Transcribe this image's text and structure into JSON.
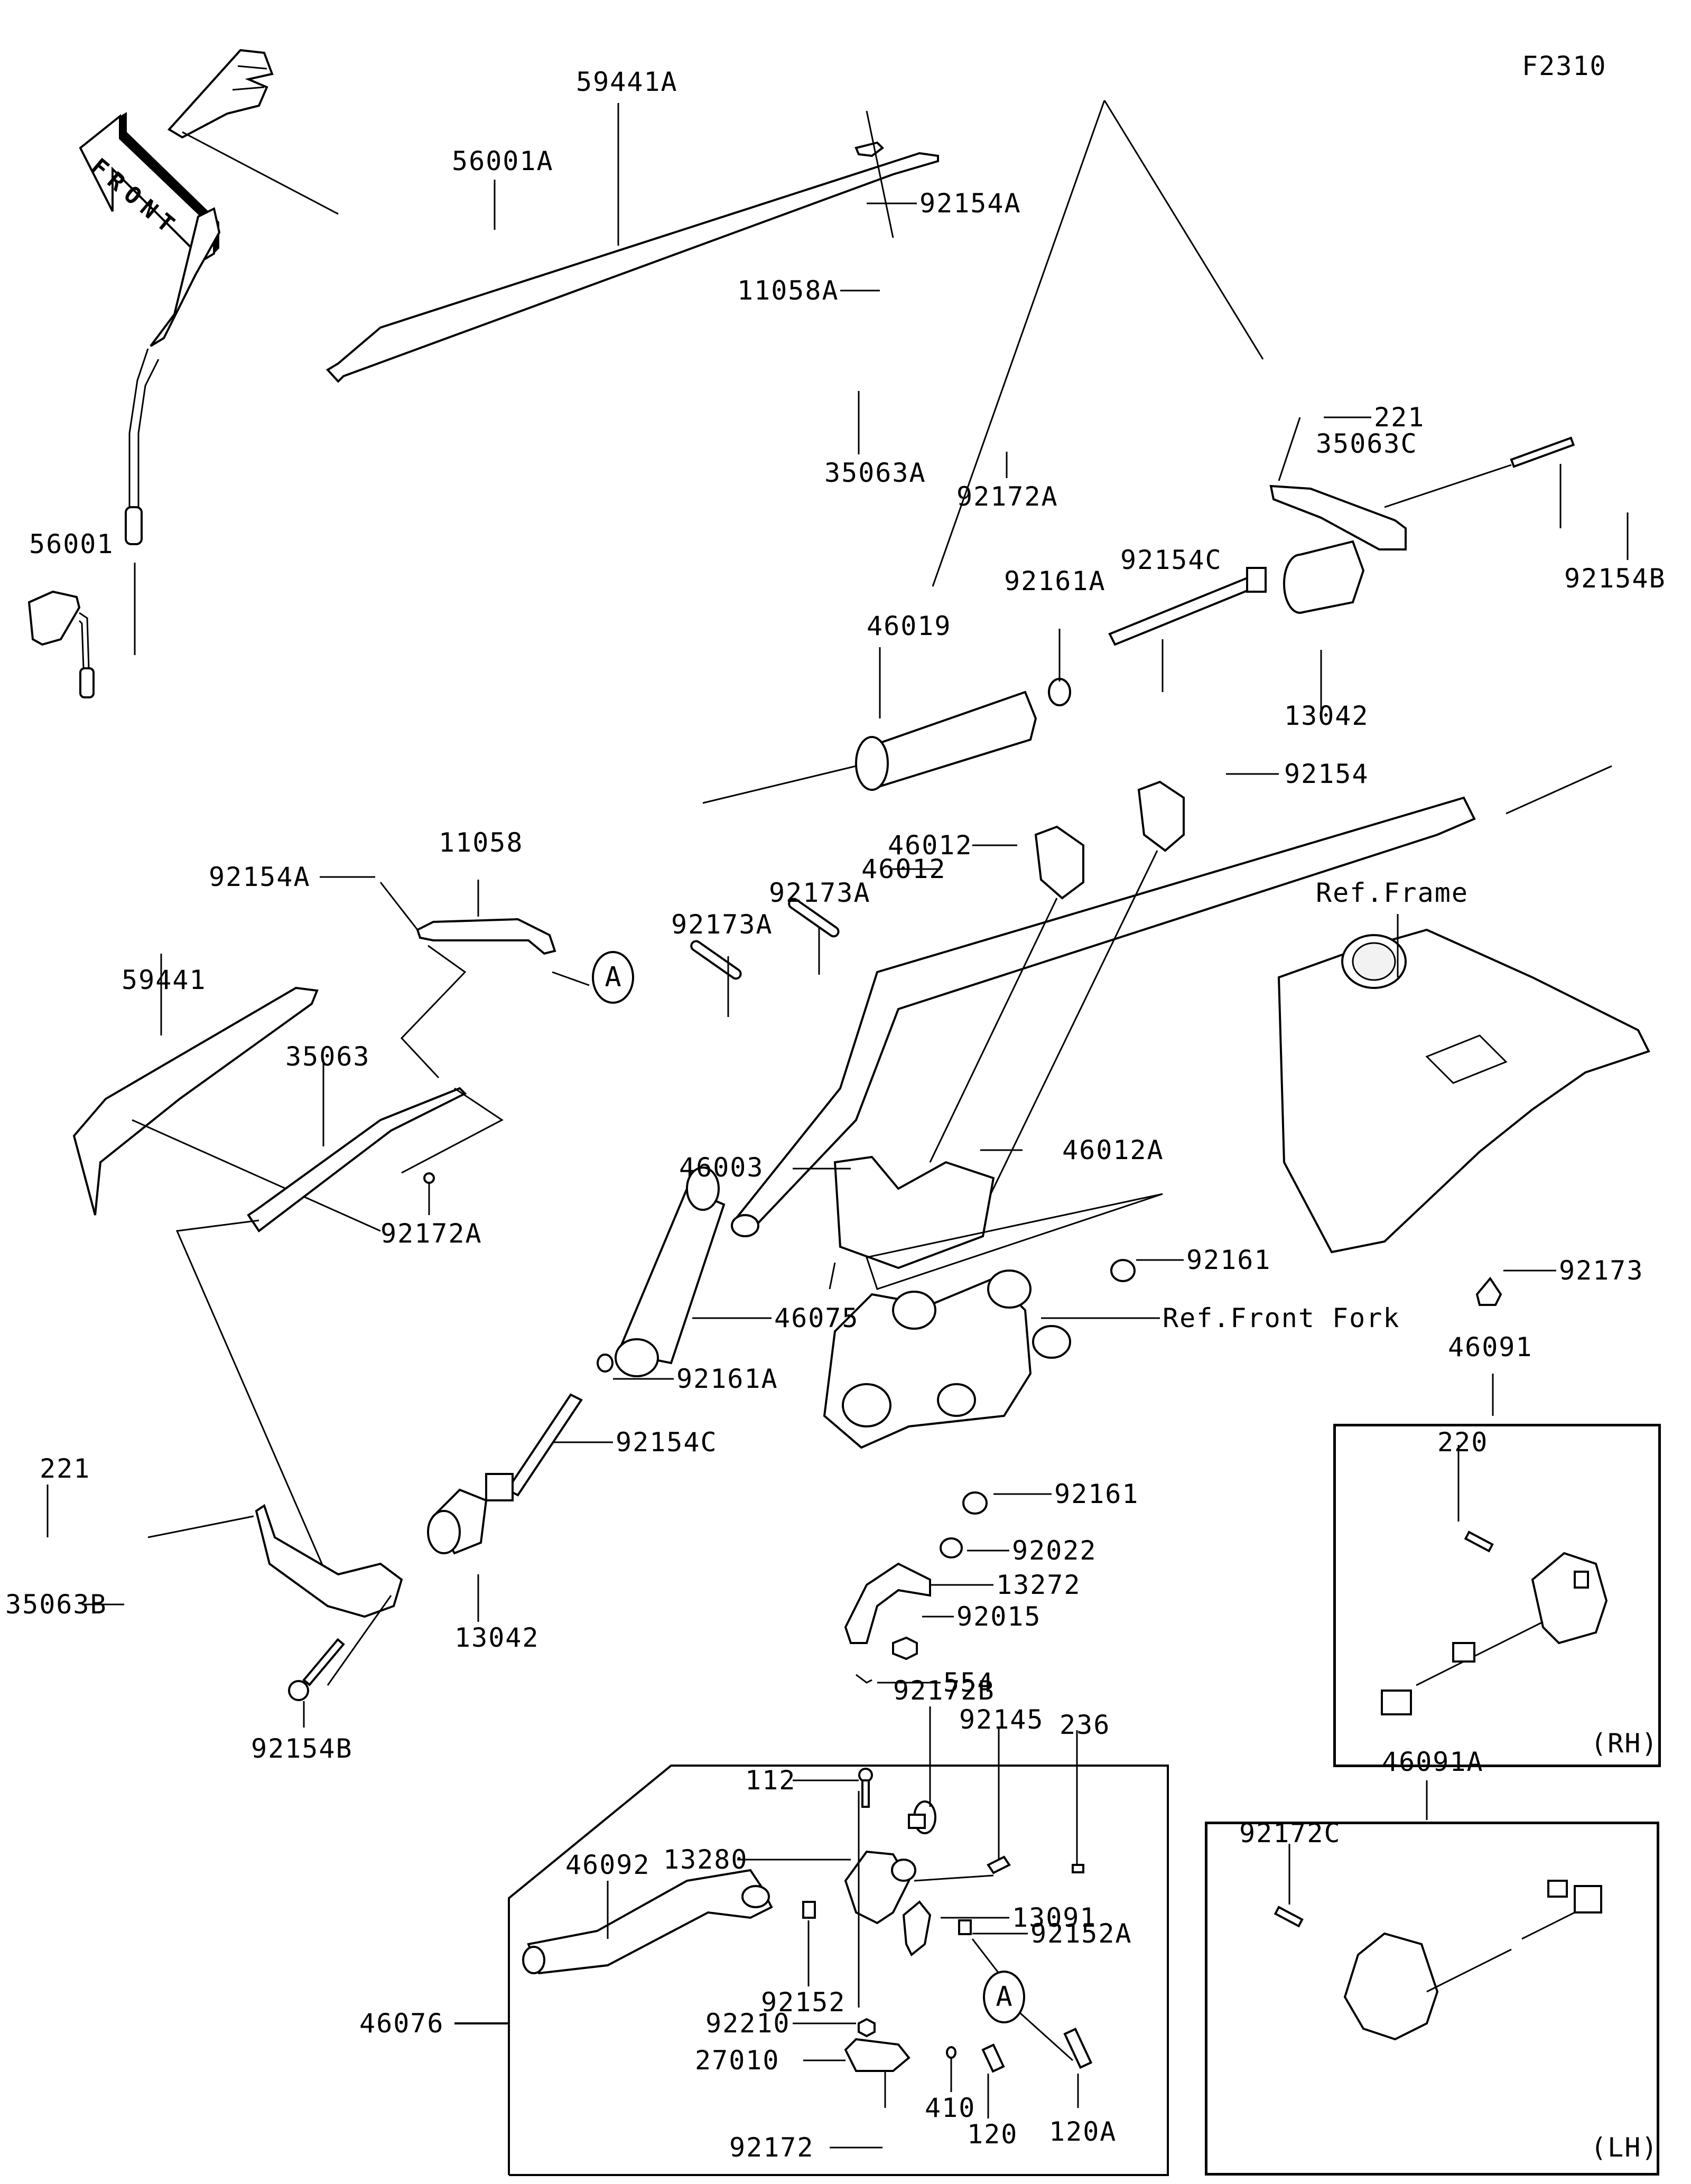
{
  "diagram": {
    "code": "F2310",
    "direction_marker": "FRONT",
    "callout_marker": "A",
    "labels": {
      "p59441A": "59441A",
      "p92154A_top": "92154A",
      "p11058A": "11058A",
      "p56001A": "56001A",
      "p35063A": "35063A",
      "p92172A_top": "92172A",
      "p221_top": "221",
      "p35063C": "35063C",
      "p92154B_right": "92154B",
      "p56001": "56001",
      "p92154C_top": "92154C",
      "p92161A_top": "92161A",
      "p46019": "46019",
      "p13042_top": "13042",
      "p92154": "92154",
      "p46012_a": "46012",
      "p46012_b": "46012",
      "p11058": "11058",
      "p92154A_left": "92154A",
      "p92173A_a": "92173A",
      "p92173A_b": "92173A",
      "ref_frame": "Ref.Frame",
      "p59441": "59441",
      "p35063": "35063",
      "p46003": "46003",
      "p46012A": "46012A",
      "p92172A_left": "92172A",
      "p92161_top": "92161",
      "p92173": "92173",
      "ref_front_fork": "Ref.Front Fork",
      "p46075": "46075",
      "p46091": "46091",
      "p92161A_left": "92161A",
      "p220": "220",
      "p92154C_left": "92154C",
      "p221_left": "221",
      "p92161_bottom": "92161",
      "p92022": "92022",
      "p35063B": "35063B",
      "p13042_left": "13042",
      "p13272": "13272",
      "p92015": "92015",
      "p554": "554",
      "rh": "(RH)",
      "p92154B_left": "92154B",
      "p92172B": "92172B",
      "p46091A": "46091A",
      "p112": "112",
      "p92145": "92145",
      "p236": "236",
      "p13280": "13280",
      "p46092": "46092",
      "p13091": "13091",
      "p92152A": "92152A",
      "p92172C": "92172C",
      "p92152": "92152",
      "p46076": "46076",
      "p92210": "92210",
      "p27010": "27010",
      "p410": "410",
      "p120": "120",
      "p120A": "120A",
      "p92172": "92172",
      "lh": "(LH)"
    }
  }
}
